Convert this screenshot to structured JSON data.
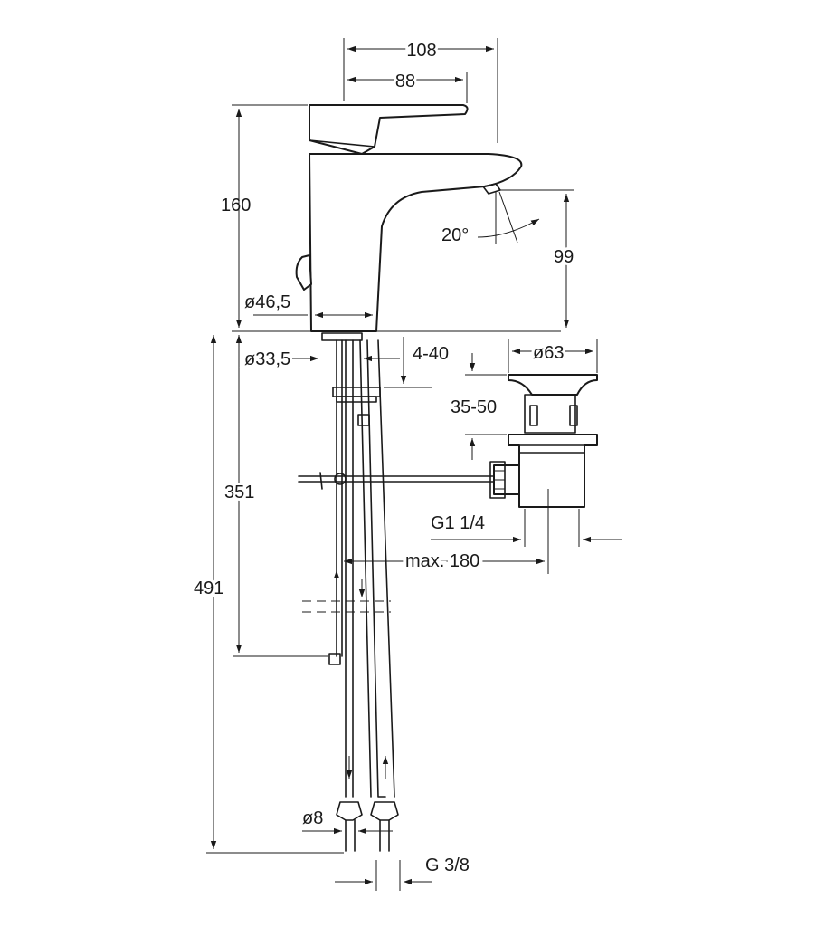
{
  "dimensions": {
    "width_total": "108",
    "lever_reach": "88",
    "height_total": "160",
    "spout_angle": "20°",
    "spout_height": "99",
    "base_diameter": "ø46,5",
    "hole_diameter": "ø33,5",
    "deck_thickness": "4-40",
    "total_length": "491",
    "pull_rod_length": "351",
    "waste_diameter": "ø63",
    "waste_adjust": "35-50",
    "waste_thread": "G1 1/4",
    "rod_distance": "max. 180",
    "hose_diameter": "ø8",
    "hose_thread": "G 3/8"
  }
}
